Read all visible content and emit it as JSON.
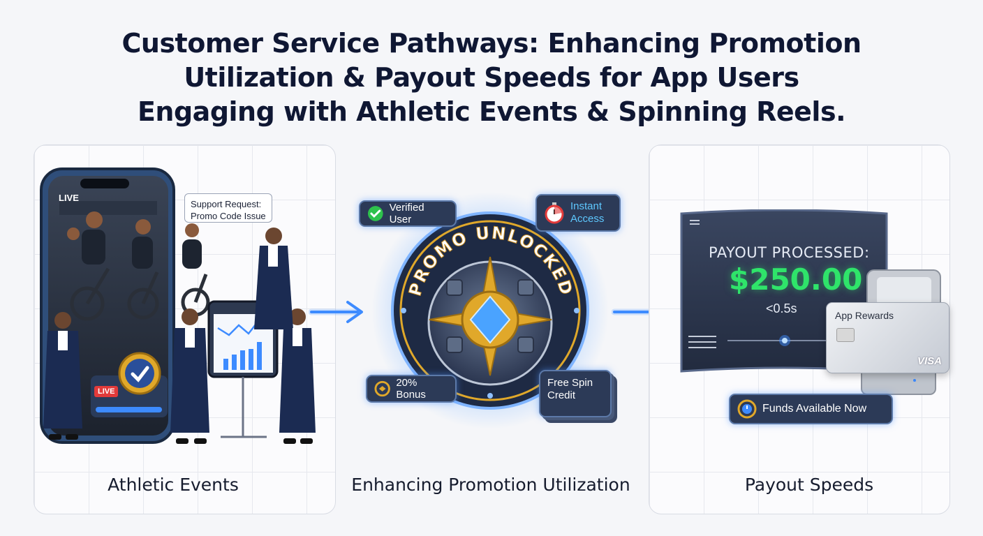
{
  "title": {
    "line1": "Customer Service Pathways: Enhancing Promotion",
    "line2": "Utilization & Payout Speeds for App Users",
    "line3": "Engaging with Athletic Events & Spinning Reels."
  },
  "panels": {
    "athletic": {
      "label": "Athletic Events",
      "live_top": "LIVE",
      "live_bottom": "LIVE",
      "support_line1": "Support Request:",
      "support_line2": "Promo Code Issue"
    },
    "promotion": {
      "label": "Enhancing Promotion Utilization",
      "ring_text": "PROMO UNLOCKED",
      "verified": "Verified User",
      "instant_line1": "Instant",
      "instant_line2": "Access",
      "bonus": "20% Bonus",
      "free_spin_line1": "Free Spin",
      "free_spin_line2": "Credit"
    },
    "payout": {
      "label": "Payout Speeds",
      "processed": "PAYOUT PROCESSED:",
      "amount": "$250.00",
      "speed": "<0.5s",
      "card_title": "App Rewards",
      "card_brand": "VISA",
      "funds": "Funds Available Now"
    }
  },
  "colors": {
    "title": "#0f1733",
    "accent_blue": "#3d8bff",
    "amount_green": "#2fe46a",
    "badge_bg": "#2c3a57",
    "gold": "#e0a82a"
  }
}
